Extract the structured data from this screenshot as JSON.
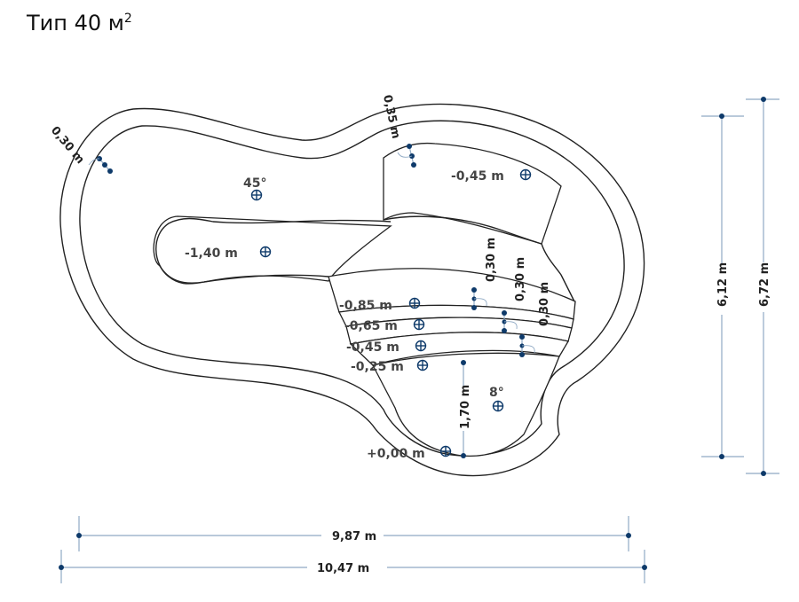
{
  "title": {
    "main": "Тип 40 м",
    "sup": "2"
  },
  "dimensions": {
    "width_inner": "9,87 m",
    "width_outer": "10,47 m",
    "height_inner": "6,12 m",
    "height_outer": "6,72 m",
    "wall_left": "0,30 m",
    "wall_top": "0,35 m",
    "step_1": "0,30 m",
    "step_2": "0,30 m",
    "step_3": "0,30 m",
    "ramp_length": "1,70 m"
  },
  "depths": {
    "deep": "-1,40 m",
    "bench": "-0,45 m",
    "step_85": "-0,85 m",
    "step_65": "-0,65 m",
    "step_45": "-0,45 m",
    "step_25": "-0,25 m",
    "zero": "+0,00 m"
  },
  "angles": {
    "slope_main": "45°",
    "slope_ramp": "8°"
  }
}
